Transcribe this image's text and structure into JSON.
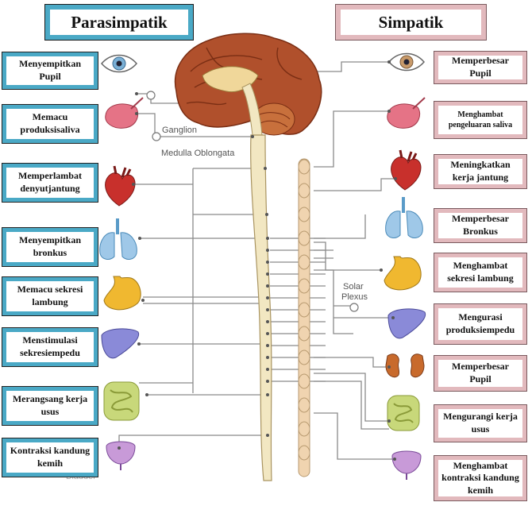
{
  "headers": {
    "parasympathetic": "Parasimpatik",
    "sympathetic": "Simpatik"
  },
  "left_boxes": [
    "Menyempitkan Pupil",
    "Memacu produksisaliva",
    "Memperlambat denyutjantung",
    "Menyempitkan bronkus",
    "Memacu sekresi lambung",
    "Menstimulasi sekresiempedu",
    "Merangsang kerja usus",
    "Kontraksi kandung kemih"
  ],
  "right_boxes": [
    "Memperbesar Pupil",
    "Menghambat pengeluaran saliva",
    "Meningkatkan kerja jantung",
    "Memperbesar Bronkus",
    "Menghambat sekresi lambung",
    "Mengurasi produksiempedu",
    "Memperbesar Pupil",
    "Mengurangi kerja usus",
    "Menghambat kontraksi kandung kemih"
  ],
  "anatomy_labels": {
    "ganglion": "Ganglion",
    "medulla": "Medulla Oblongata",
    "solar_1": "Solar",
    "solar_2": "Plexus",
    "bladder": "Bladder"
  },
  "icons": [
    "eye-icon",
    "salivary-gland-icon",
    "heart-icon",
    "lungs-icon",
    "stomach-icon",
    "liver-icon",
    "kidneys-icon",
    "intestines-icon",
    "bladder-icon"
  ],
  "colors": {
    "parasympathetic": "#4aa9c6",
    "sympathetic": "#e2b9bd",
    "brain": "#b0502c",
    "spine": "#f2e7c2",
    "chain": "#f0d4b0"
  }
}
